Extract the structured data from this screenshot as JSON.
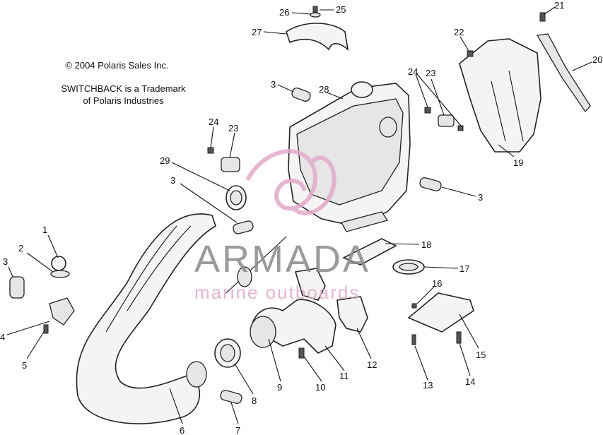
{
  "copyright": "© 2004 Polaris Sales Inc.",
  "trademark_line1": "SWITCHBACK is a Trademark",
  "trademark_line2": "of Polaris Industries",
  "watermark": {
    "title": "ARMADA",
    "subtitle": "marine outboards",
    "accent_color": "#e3a9c8",
    "title_color": "#8a8a8a"
  },
  "callouts": {
    "c1": "1",
    "c2": "2",
    "c3a": "3",
    "c3b": "3",
    "c3c": "3",
    "c3d": "3",
    "c4": "4",
    "c5": "5",
    "c6": "6",
    "c7": "7",
    "c8": "8",
    "c9": "9",
    "c10": "10",
    "c11": "11",
    "c12": "12",
    "c13": "13",
    "c14": "14",
    "c15": "15",
    "c16": "16",
    "c17": "17",
    "c18": "18",
    "c19": "19",
    "c20": "20",
    "c21": "21",
    "c22": "22",
    "c23a": "23",
    "c23b": "23",
    "c24a": "24",
    "c24b": "24",
    "c25": "25",
    "c26": "26",
    "c27": "27",
    "c28": "28",
    "c29": "29"
  }
}
